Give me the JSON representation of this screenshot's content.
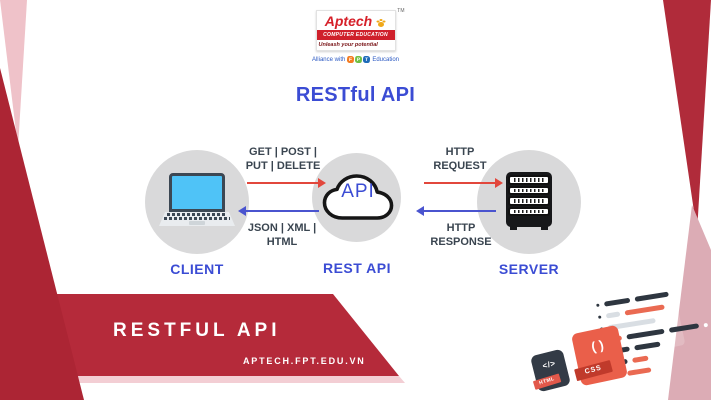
{
  "logo": {
    "brand": "Aptech",
    "tm": "TM",
    "strip": "COMPUTER EDUCATION",
    "tagline": "Unleash your potential",
    "alliance_prefix": "Alliance with",
    "fpt": [
      "F",
      "P",
      "T"
    ],
    "alliance_suffix": "Education"
  },
  "title": "RESTful API",
  "diagram": {
    "client": {
      "label": "CLIENT"
    },
    "rest_api": {
      "label": "REST API",
      "cloud_text": "API"
    },
    "server": {
      "label": "SERVER"
    },
    "arrows": [
      {
        "line1": "GET | POST |",
        "line2": "PUT | DELETE",
        "direction": "right",
        "color": "#e2473c"
      },
      {
        "line1": "JSON | XML |",
        "line2": "HTML",
        "direction": "left",
        "color": "#4a54cf"
      },
      {
        "line1": "HTTP",
        "line2": "REQUEST",
        "direction": "right",
        "color": "#e2473c"
      },
      {
        "line1": "HTTP",
        "line2": "RESPONSE",
        "direction": "left",
        "color": "#4a54cf"
      }
    ]
  },
  "footer": {
    "banner_title": "RESTFUL API",
    "website": "APTECH.FPT.EDU.VN"
  },
  "illustration": {
    "css_file_glyph": "( )",
    "css_file_label": "CSS",
    "html_file_glyph": "</>",
    "html_file_label": "HTML"
  },
  "colors": {
    "dark_red": "#b52a3a",
    "wedge_red": "#ac2534",
    "light_pink": "#efc2c9",
    "dusty_pink": "#dcacb5",
    "diagram_blue": "#3b4cd4",
    "arrow_red": "#e2473c",
    "arrow_blue": "#4a54cf",
    "circle_gray": "#d9d9da",
    "code_dark": "#2e3640",
    "code_salmon": "#ea6a52"
  }
}
